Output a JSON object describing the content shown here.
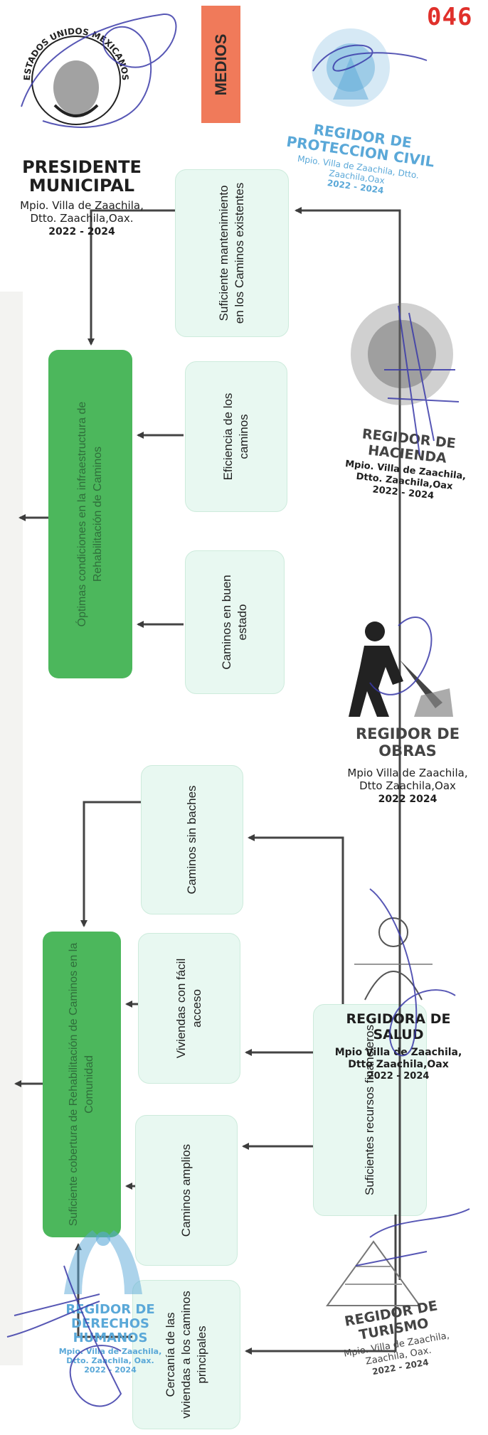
{
  "page": {
    "number": "046",
    "number_color": "#e0302b",
    "header_label": "MEDIOS",
    "header_color": "#f07a5a"
  },
  "colors": {
    "dark_box": "#4cb75c",
    "light_box": "#e8f8f1",
    "arrow": "#444444",
    "stamp_blue": "#5aa8d8",
    "stamp_dark": "#1e1e1e",
    "signature_ink": "#3a3aa8"
  },
  "diagram": {
    "top": {
      "dark_box": "Óptimas condiciones en la infraestructura de Rehabilitación  de Caminos",
      "light_boxes": [
        "Suficiente mantenimiento en los Caminos existentes",
        "Eficiencia  de los caminos",
        "Caminos en buen estado"
      ]
    },
    "bottom": {
      "dark_box": "Suficiente cobertura  de Rehabilitación de Caminos en la Comunidad",
      "light_boxes": [
        "Caminos sin  baches",
        "Viviendas con fácil acceso",
        "Caminos amplios",
        "Cercanía de las viviendas a los caminos principales",
        "Suficientes recursos financieros"
      ]
    }
  },
  "stamps": {
    "presidente": {
      "arc": "ESTADOS UNIDOS MEXICANOS",
      "title": "PRESIDENTE MUNICIPAL",
      "place": "Mpio. Villa de Zaachila, Dtto. Zaachila,Oax.",
      "years": "2022 - 2024"
    },
    "proteccion": {
      "title": "REGIDOR DE PROTECCION CIVIL",
      "place": "Mpio. Villa de Zaachila, Dtto. Zaachila,Oax",
      "years": "2022 - 2024"
    },
    "hacienda": {
      "title": "REGIDOR DE HACIENDA",
      "place": "Mpio. Villa de Zaachila, Dtto. Zaachila,Oax",
      "years": "2022 - 2024"
    },
    "obras": {
      "title": "REGIDOR DE OBRAS",
      "place": "Mpio  Villa de Zaachila, Dtto  Zaachila,Oax",
      "years": "2022  2024"
    },
    "salud": {
      "title": "REGIDORA DE SALUD",
      "place": "Mpio  Villa de Zaachila, Dtto  Zaachila,Oax",
      "years": "2022 - 2024"
    },
    "turismo": {
      "title": "REGIDOR DE TURISMO",
      "place": "Mpio. Villa de Zaachila, Zaachila, Oax.",
      "years": "2022 - 2024"
    },
    "derechos": {
      "title": "REGIDOR DE DERECHOS HUMANOS",
      "place": "Mpio. Villa de Zaachila, Dtto. Zaachila, Oax.",
      "years": "2022 - 2024"
    }
  }
}
